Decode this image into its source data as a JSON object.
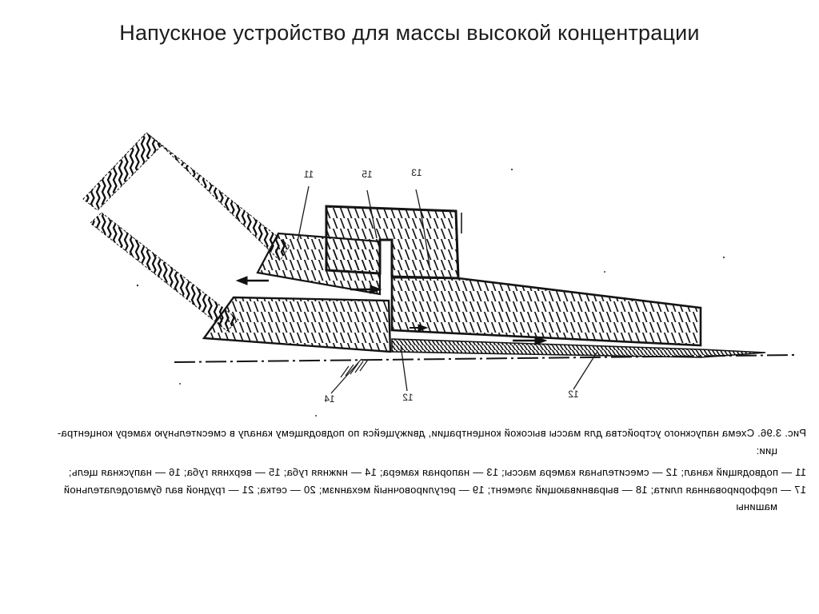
{
  "slide": {
    "title": "Напускное устройство для массы высокой концентрации"
  },
  "figure": {
    "mirrored": true,
    "part_labels": [
      {
        "text": "11"
      },
      {
        "text": "15"
      },
      {
        "text": "13"
      },
      {
        "text": "14"
      },
      {
        "text": "12"
      },
      {
        "text": "12"
      }
    ],
    "caption_lines": [
      "Рис. 3.96. Схема напускного устройства для массы высокой концентрации, движущейся по подводящему каналу в смесительную камеру концентра-",
      "ции:",
      "11 — подводящий канал; 12 — смесительная камера массы; 13 — напорная камера; 14 — нижняя губа; 15 — верхняя губа; 16 — напускная щель;",
      "17 — перфорированная плита; 18 — выравнивающий элемент; 19 — регулировочный механизм; 20 — сетка; 21 — грудной вал бумагоделательной",
      "машины"
    ]
  }
}
